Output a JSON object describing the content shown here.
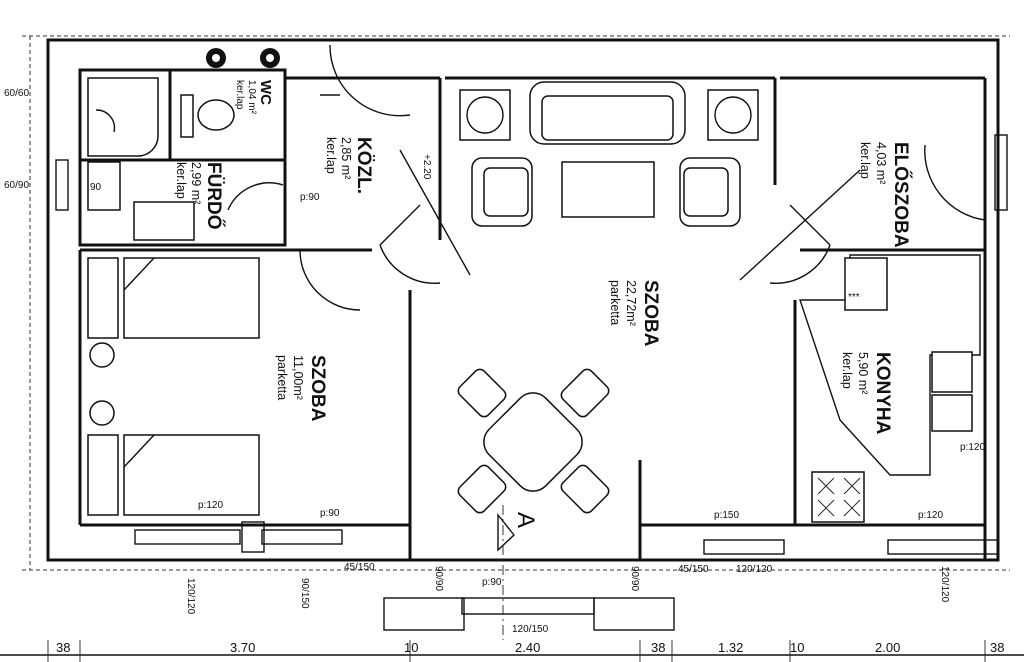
{
  "rooms": {
    "szoba_main": {
      "name": "SZOBA",
      "area": "22,72m²",
      "floor": "parketta"
    },
    "szoba_small": {
      "name": "SZOBA",
      "area": "11,00m²",
      "floor": "parketta"
    },
    "konyha": {
      "name": "KONYHA",
      "area": "5,90 m²",
      "floor": "ker.lap"
    },
    "eloszoba": {
      "name": "ELŐSZOBA",
      "area": "4,03 m²",
      "floor": "ker.lap"
    },
    "kozl": {
      "name": "KÖZL.",
      "area": "2,85 m²",
      "floor": "ker.lap"
    },
    "furdo": {
      "name": "FÜRDŐ",
      "area": "2,99 m²",
      "floor": "ker.lap"
    },
    "wc": {
      "name": "WC",
      "area": "1,04 m²",
      "floor": "ker.lap"
    }
  },
  "marks": {
    "section": "A",
    "stove": "***",
    "level": "+2.20",
    "shower": "90",
    "window_sill": [
      "p:120",
      "p:90",
      "p:90",
      "p:90",
      "p:150",
      "p:120",
      "p:120"
    ],
    "openings": [
      "120/120",
      "90/150",
      "45/150",
      "90/90",
      "45/150",
      "90/90",
      "120/120",
      "120/120",
      "120/150",
      "60/60",
      "60/90"
    ]
  },
  "dimensions": {
    "bottom": [
      "38",
      "3.70",
      "10",
      "2.40",
      "38",
      "1.32",
      "10",
      "2.00",
      "38"
    ]
  }
}
